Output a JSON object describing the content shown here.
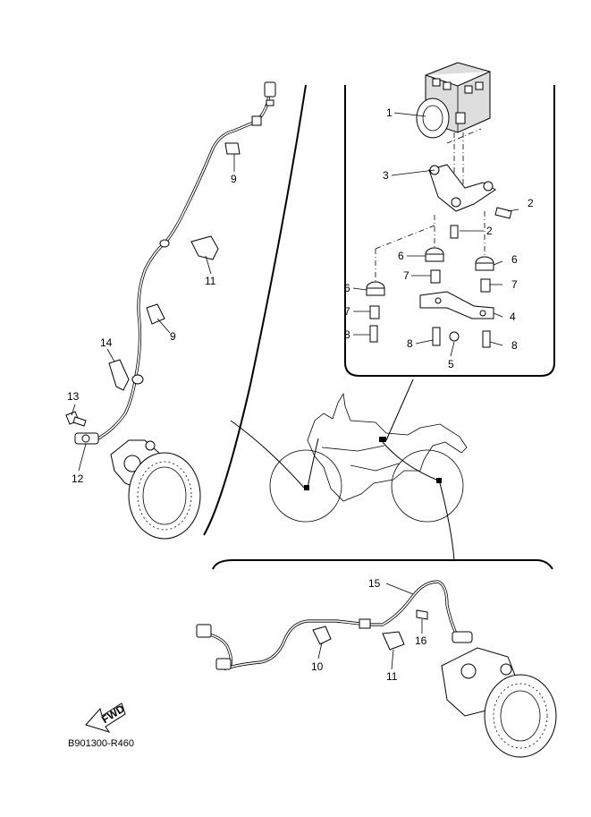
{
  "diagram": {
    "diagram_code": "B901300-R460",
    "fwd_label": "FWD",
    "callouts": [
      {
        "id": "c1",
        "text": "1"
      },
      {
        "id": "c2a",
        "text": "2"
      },
      {
        "id": "c2b",
        "text": "2"
      },
      {
        "id": "c3",
        "text": "3"
      },
      {
        "id": "c4",
        "text": "4"
      },
      {
        "id": "c5",
        "text": "5"
      },
      {
        "id": "c6a",
        "text": "6"
      },
      {
        "id": "c6b",
        "text": "6"
      },
      {
        "id": "c6c",
        "text": "6"
      },
      {
        "id": "c7a",
        "text": "7"
      },
      {
        "id": "c7b",
        "text": "7"
      },
      {
        "id": "c7c",
        "text": "7"
      },
      {
        "id": "c8a",
        "text": "8"
      },
      {
        "id": "c8b",
        "text": "8"
      },
      {
        "id": "c8c",
        "text": "8"
      },
      {
        "id": "c9a",
        "text": "9"
      },
      {
        "id": "c9b",
        "text": "9"
      },
      {
        "id": "c10",
        "text": "10"
      },
      {
        "id": "c11a",
        "text": "11"
      },
      {
        "id": "c11b",
        "text": "11"
      },
      {
        "id": "c12",
        "text": "12"
      },
      {
        "id": "c13",
        "text": "13"
      },
      {
        "id": "c14",
        "text": "14"
      },
      {
        "id": "c15",
        "text": "15"
      },
      {
        "id": "c16",
        "text": "16"
      }
    ]
  }
}
